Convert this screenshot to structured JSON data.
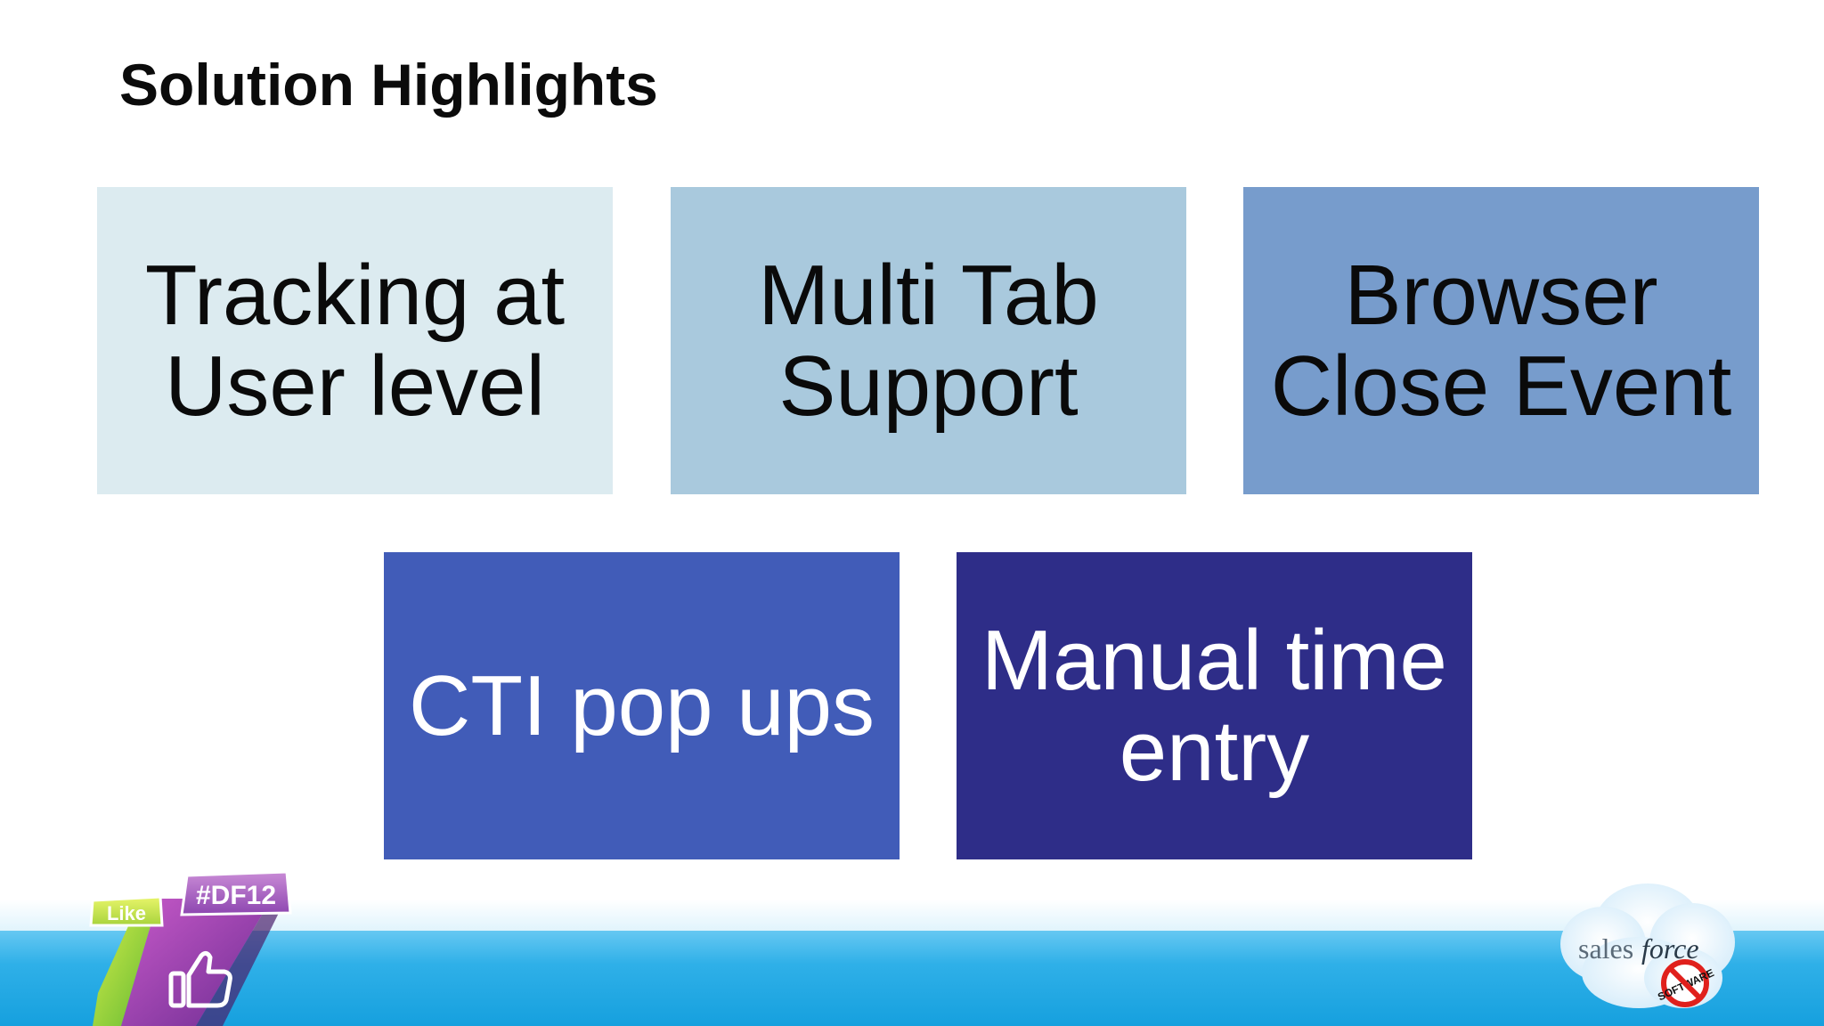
{
  "slide": {
    "title": "Solution Highlights"
  },
  "tiles": [
    {
      "label": "Tracking at\nUser level",
      "background": "#dcebf0",
      "text_color": "#0a0a0a"
    },
    {
      "label": "Multi Tab\nSupport",
      "background": "#a9c9dd",
      "text_color": "#0a0a0a"
    },
    {
      "label": "Browser\nClose Event",
      "background": "#779ccc",
      "text_color": "#0a0a0a"
    },
    {
      "label": "CTI pop ups",
      "background": "#415cb8",
      "text_color": "#ffffff"
    },
    {
      "label": "Manual time\nentry",
      "background": "#2e2d88",
      "text_color": "#ffffff"
    }
  ],
  "footer": {
    "event_logo": {
      "hashtag": "#DF12",
      "like_label": "Like",
      "icon": "thumbs-up-icon"
    },
    "brand_logo": {
      "wordmark_left": "sales",
      "wordmark_right": "force",
      "badge_text": "SOFTWARE",
      "icon": "cloud-icon",
      "badge_icon": "no-software-icon"
    }
  },
  "colors": {
    "footer_band": "#16a0de",
    "title_text": "#0b0b0b"
  }
}
